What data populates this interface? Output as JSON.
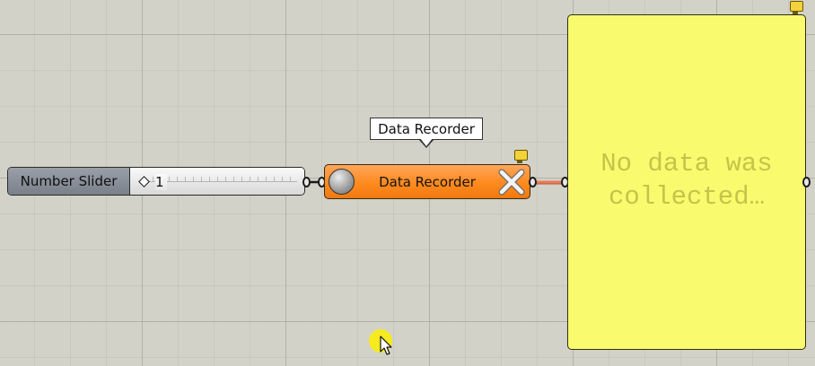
{
  "canvas": {
    "background_color": "#d3d2c9",
    "grid_color": "#96968c"
  },
  "number_slider": {
    "label": "Number Slider",
    "value": "1",
    "label_color": "#8a909a"
  },
  "tooltip": {
    "text": "Data Recorder"
  },
  "data_recorder": {
    "label": "Data Recorder",
    "color": "#ff8a1e",
    "left_icon": "sphere-icon",
    "right_icon": "close-x-icon"
  },
  "wire_active_color": "#ec7a55",
  "panel": {
    "text": "No data was\ncollected…",
    "background": "#fafa6e",
    "text_color": "#c4c44a"
  },
  "cursor_highlight_color": "#faf000"
}
